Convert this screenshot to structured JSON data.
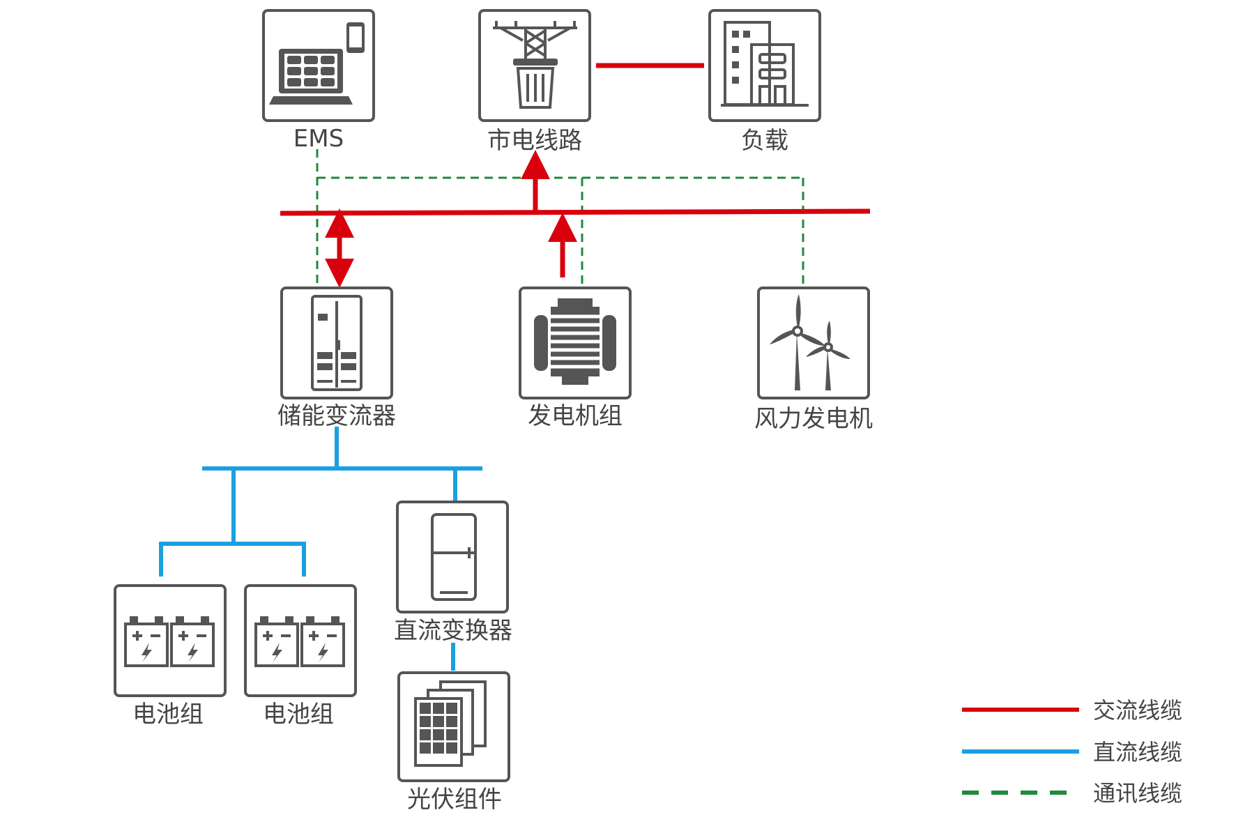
{
  "colors": {
    "ac": "#d9000d",
    "dc": "#1aa0e0",
    "comm": "#1e8a3c",
    "box_stroke": "#555555",
    "icon": "#555555",
    "text": "#444444"
  },
  "nodes": {
    "ems": {
      "label": "EMS",
      "icon": "laptop-phone-icon"
    },
    "grid": {
      "label": "市电线路",
      "icon": "transmission-tower-icon"
    },
    "load": {
      "label": "负载",
      "icon": "building-icon"
    },
    "pcs": {
      "label": "储能变流器",
      "icon": "converter-cabinet-icon"
    },
    "generator": {
      "label": "发电机组",
      "icon": "generator-icon"
    },
    "wind": {
      "label": "风力发电机",
      "icon": "wind-turbine-icon"
    },
    "battery1": {
      "label": "电池组",
      "icon": "battery-icon"
    },
    "battery2": {
      "label": "电池组",
      "icon": "battery-icon"
    },
    "dcdc": {
      "label": "直流变换器",
      "icon": "dc-converter-icon"
    },
    "pv": {
      "label": "光伏组件",
      "icon": "solar-panel-icon"
    }
  },
  "legend": [
    {
      "label": "交流线缆",
      "style": "solid",
      "color_key": "ac"
    },
    {
      "label": "直流线缆",
      "style": "solid",
      "color_key": "dc"
    },
    {
      "label": "通讯线缆",
      "style": "dashed",
      "color_key": "comm"
    }
  ]
}
